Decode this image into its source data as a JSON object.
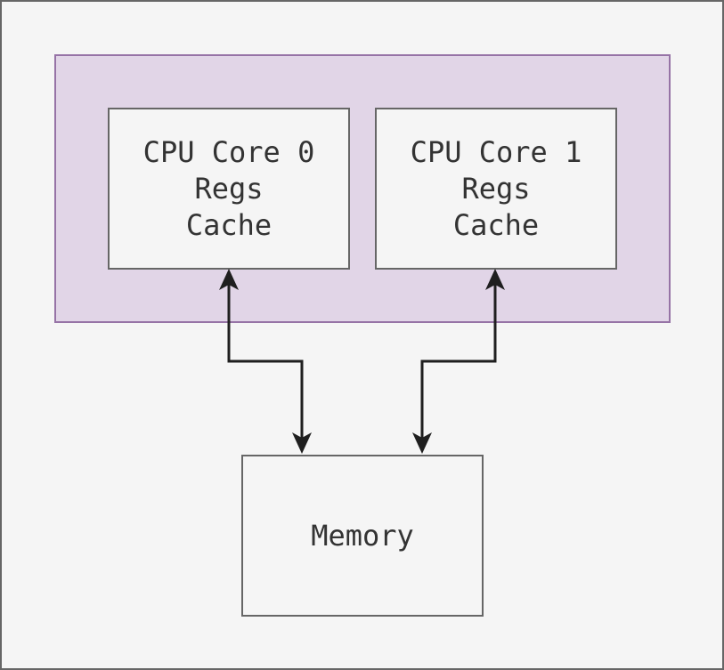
{
  "diagram": {
    "group": {
      "label": "",
      "fill": "#e1d5e7",
      "stroke": "#9673a6"
    },
    "nodes": [
      {
        "id": "core0",
        "lines": [
          "CPU Core 0",
          "Regs",
          "Cache"
        ]
      },
      {
        "id": "core1",
        "lines": [
          "CPU Core 1",
          "Regs",
          "Cache"
        ]
      },
      {
        "id": "memory",
        "lines": [
          "Memory"
        ]
      }
    ],
    "edges": [
      {
        "from": "core0",
        "to": "memory",
        "direction": "bidirectional"
      },
      {
        "from": "core1",
        "to": "memory",
        "direction": "bidirectional"
      }
    ],
    "colors": {
      "background": "#f5f5f5",
      "box_stroke": "#666666",
      "text": "#333333",
      "arrow": "#1f1f1f"
    }
  }
}
